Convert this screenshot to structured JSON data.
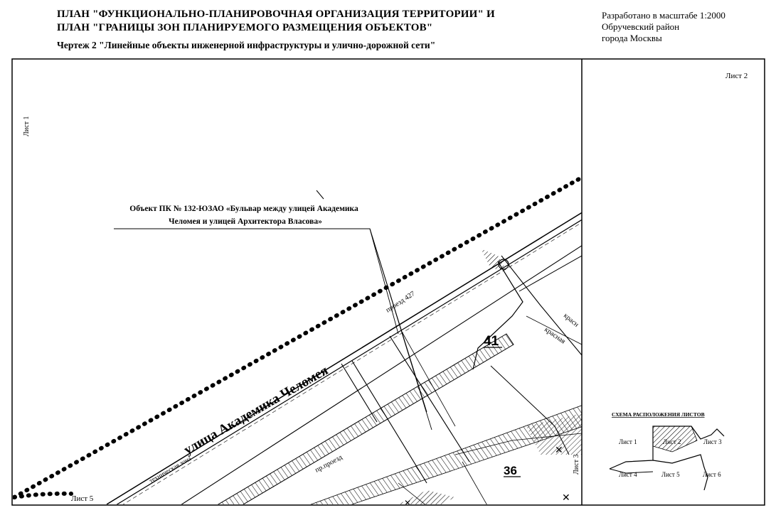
{
  "header": {
    "title_line1": "ПЛАН \"ФУНКЦИОНАЛЬНО-ПЛАНИРОВОЧНАЯ ОРГАНИЗАЦИЯ ТЕРРИТОРИИ\" И",
    "title_line2": "ПЛАН \"ГРАНИЦЫ ЗОН ПЛАНИРУЕМОГО РАЗМЕЩЕНИЯ ОБЪЕКТОВ\"",
    "subtitle": "Чертеж 2 \"Линейные объекты инженерной инфраструктуры и улично-дорожной сети\"",
    "scale_line": "Разработано в масштабе 1:2000",
    "district_line": "Обручевский район",
    "city_line": "города  Москвы"
  },
  "map": {
    "sheet_labels": {
      "sheet_top_right": "Лист 2",
      "sheet_left": "Лист 1",
      "sheet_bottom_left": "Лист 5",
      "sheet_right_edge": "Лист 3"
    },
    "object_callout": {
      "line1": "Объект ПК № 132-ЮЗАО «Бульвар между улицей Академика",
      "line2": "Челомея и улицей Архитектора Власова»"
    },
    "street_main": "улица Академика Челомея",
    "street_passage": "проезд 427",
    "passage_lower": "пр.проезд",
    "technical_zone": "техническая зона",
    "red_line_1": "красная",
    "red_line_2": "красн",
    "parcel_41": "41",
    "parcel_36": "36"
  },
  "inset": {
    "title": "СХЕМА РАСПОЛОЖЕНИЯ ЛИСТОВ",
    "sheets": [
      "Лист 1",
      "Лист 2",
      "Лист 3",
      "Лист 4",
      "Лист 5",
      "Лист 6"
    ]
  }
}
